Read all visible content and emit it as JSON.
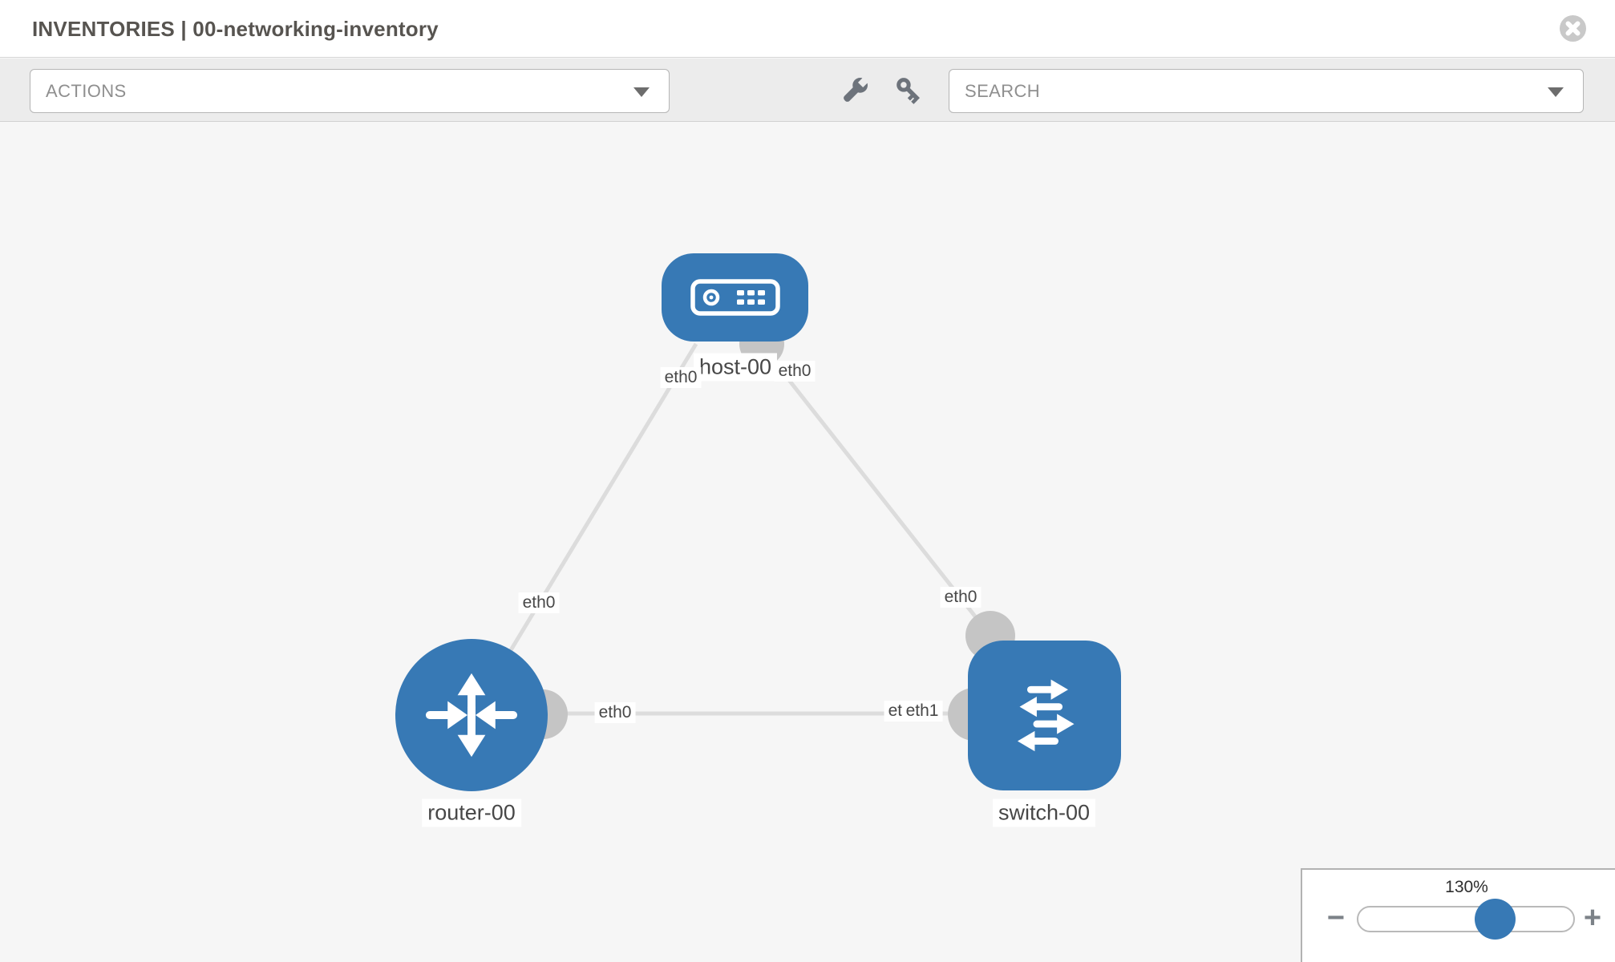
{
  "header": {
    "title": "INVENTORIES | 00-networking-inventory"
  },
  "toolbar": {
    "actions_dropdown": {
      "label": "ACTIONS"
    },
    "search_dropdown": {
      "label": "SEARCH"
    },
    "tools": [
      {
        "icon": "wrench-icon"
      },
      {
        "icon": "key-icon"
      }
    ]
  },
  "topology": {
    "nodes": [
      {
        "id": "host-00",
        "label": "host-00",
        "type": "host"
      },
      {
        "id": "router-00",
        "label": "router-00",
        "type": "router"
      },
      {
        "id": "switch-00",
        "label": "switch-00",
        "type": "switch"
      }
    ],
    "links": [
      {
        "from": "host-00",
        "from_if": "eth0",
        "to": "router-00",
        "to_if": "eth0"
      },
      {
        "from": "host-00",
        "from_if": "eth0",
        "to": "switch-00",
        "to_if": "eth0"
      },
      {
        "from": "router-00",
        "from_if": "eth0",
        "to": "switch-00",
        "to_if": "eth1",
        "to_if_overlapped": "eth0"
      }
    ]
  },
  "zoom_control": {
    "value": "130%",
    "percent": 130,
    "minus_label": "−",
    "plus_label": "+"
  },
  "colors": {
    "node_blue": "#3779b5",
    "link_gray": "#dcdcdc",
    "port_gray": "#c5c5c5",
    "toolbar_gray": "#ececec",
    "canvas_gray": "#f6f6f6"
  }
}
